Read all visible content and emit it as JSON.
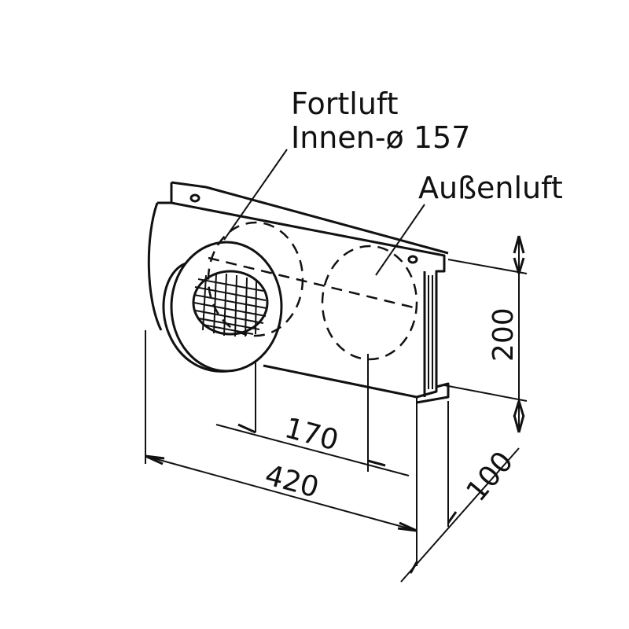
{
  "labels": {
    "exhaust_line1": "Fortluft",
    "exhaust_line2": "Innen-ø 157",
    "outdoor_air": "Außenluft"
  },
  "dimensions": {
    "height": "200",
    "spacing": "170",
    "width": "420",
    "depth": "100"
  }
}
